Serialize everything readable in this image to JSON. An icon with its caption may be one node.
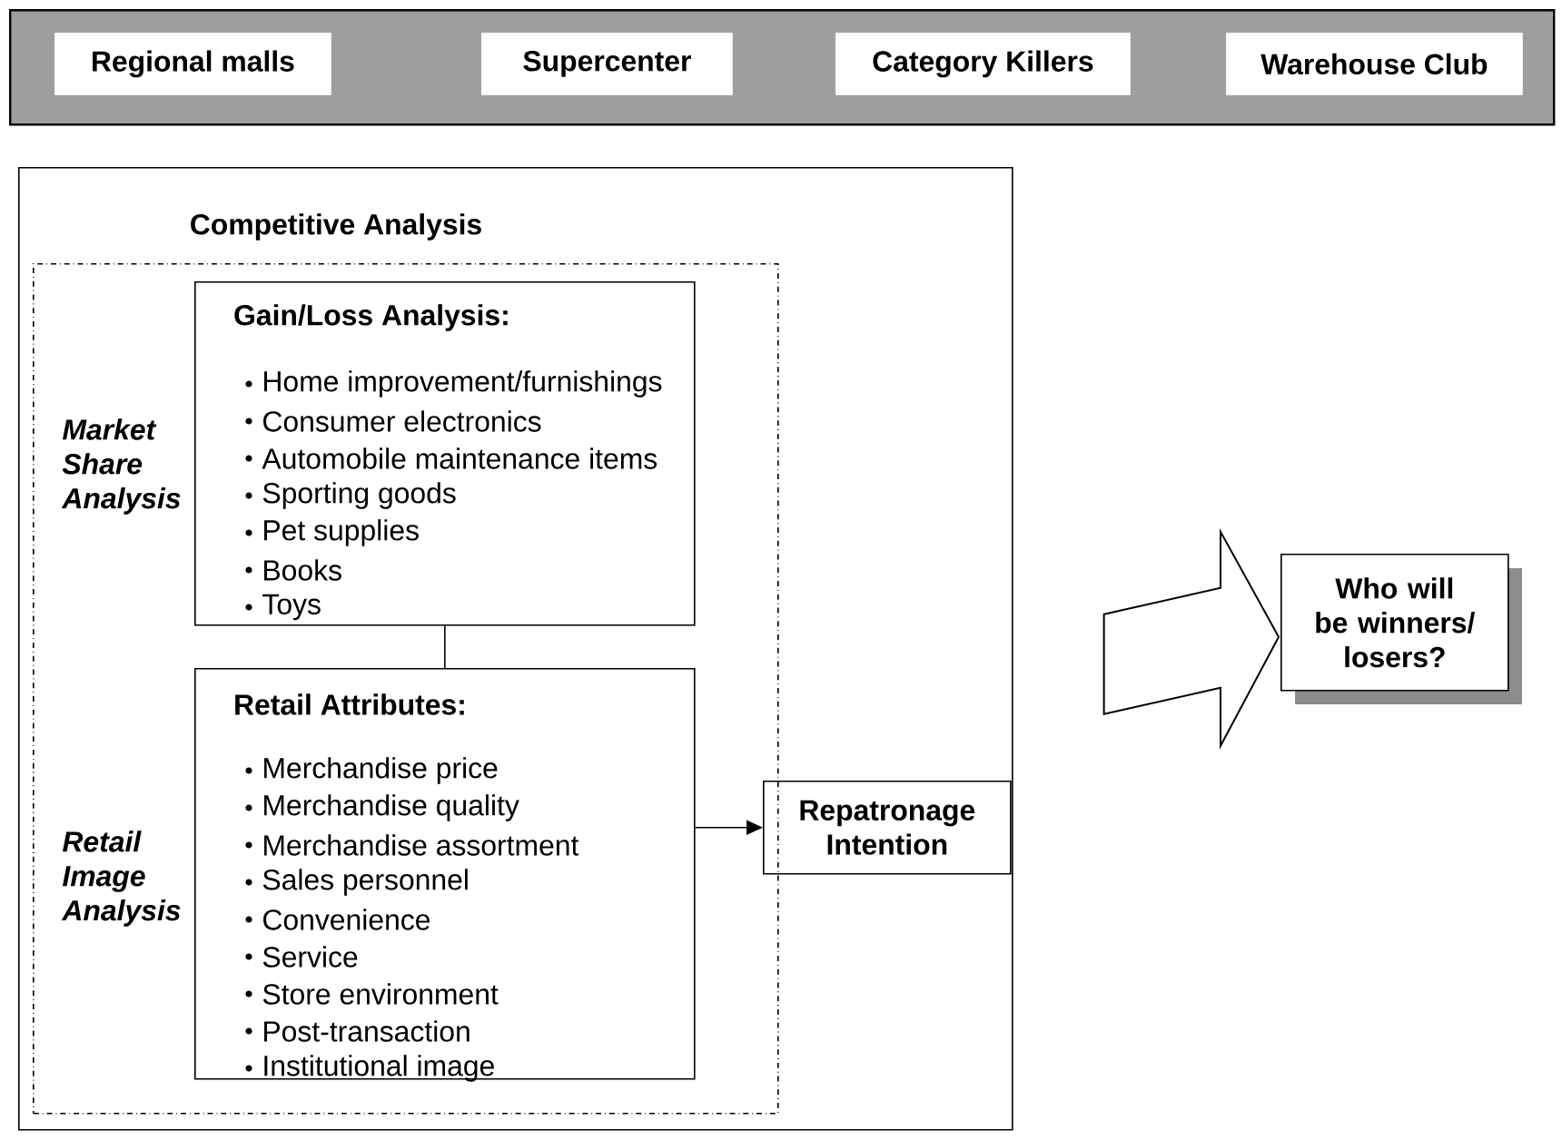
{
  "diagram": {
    "nodes": [
      {
        "text": [],
        "shape": "box"
      },
      {
        "text": [
          "Regional malls"
        ],
        "in": 0
      },
      {
        "text": [
          "Supercenter"
        ],
        "in": 0
      },
      {
        "text": [
          "Category Killers"
        ],
        "in": 0
      },
      {
        "text": [
          "Warehouse Club"
        ],
        "in": 0
      },
      {
        "text": [
          "Competitive Analysis"
        ]
      },
      {
        "text": [
          "Market Share Analysis",
          "Retail Image Analysis"
        ],
        "in": 5
      },
      {
        "text": [
          "Gain/Loss Analysis:",
          "Home improvement/furnishings",
          "Consumer electronics",
          "Automobile maintenance items",
          "Sporting goods",
          "Pet supplies",
          "Books",
          "Toys"
        ],
        "in": 6
      },
      {
        "text": [
          "Retail Attributes:",
          "Merchandise price",
          "Merchandise quality",
          "Merchandise assortment",
          "Sales personnel",
          "Convenience",
          "Service",
          "Store environment",
          "Post-transaction",
          "Institutional image"
        ],
        "in": 6
      },
      {
        "text": [
          "Repatronage Intention"
        ],
        "in": 5
      },
      {
        "text": [
          "Who will be winners/ losers?"
        ]
      }
    ],
    "edges": [
      {
        "from": 7,
        "to": 8,
        "arrow": "none"
      },
      {
        "from": 8,
        "to": 9,
        "arrow": "to"
      },
      {
        "from": 5,
        "to": 10,
        "arrow": "to",
        "style": "thick"
      }
    ]
  }
}
